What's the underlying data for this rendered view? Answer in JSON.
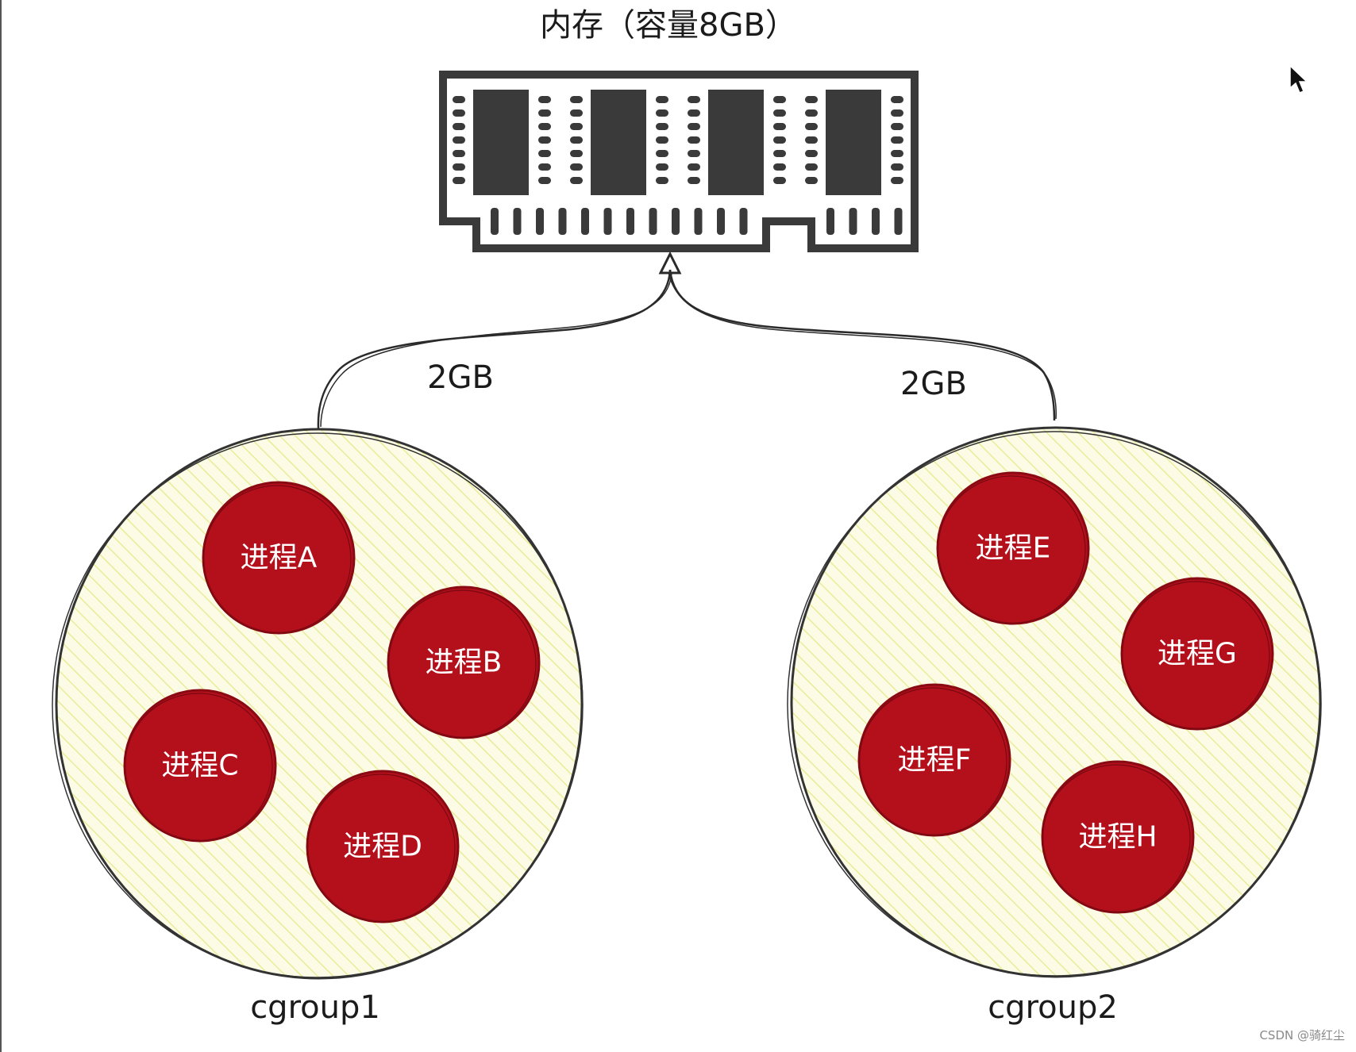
{
  "memory": {
    "title": "内存（容量8GB）"
  },
  "links": {
    "left_label": "2GB",
    "right_label": "2GB"
  },
  "groups": [
    {
      "name": "cgroup1",
      "processes": [
        "进程A",
        "进程B",
        "进程C",
        "进程D"
      ]
    },
    {
      "name": "cgroup2",
      "processes": [
        "进程E",
        "进程G",
        "进程F",
        "进程H"
      ]
    }
  ],
  "watermark": "CSDN @骑红尘",
  "colors": {
    "group_fill": "#fbfbe6",
    "group_hatch": "#eef0a8",
    "process_fill": "#b4101c",
    "ram_dark": "#3c3c3c",
    "outline": "#333333"
  }
}
